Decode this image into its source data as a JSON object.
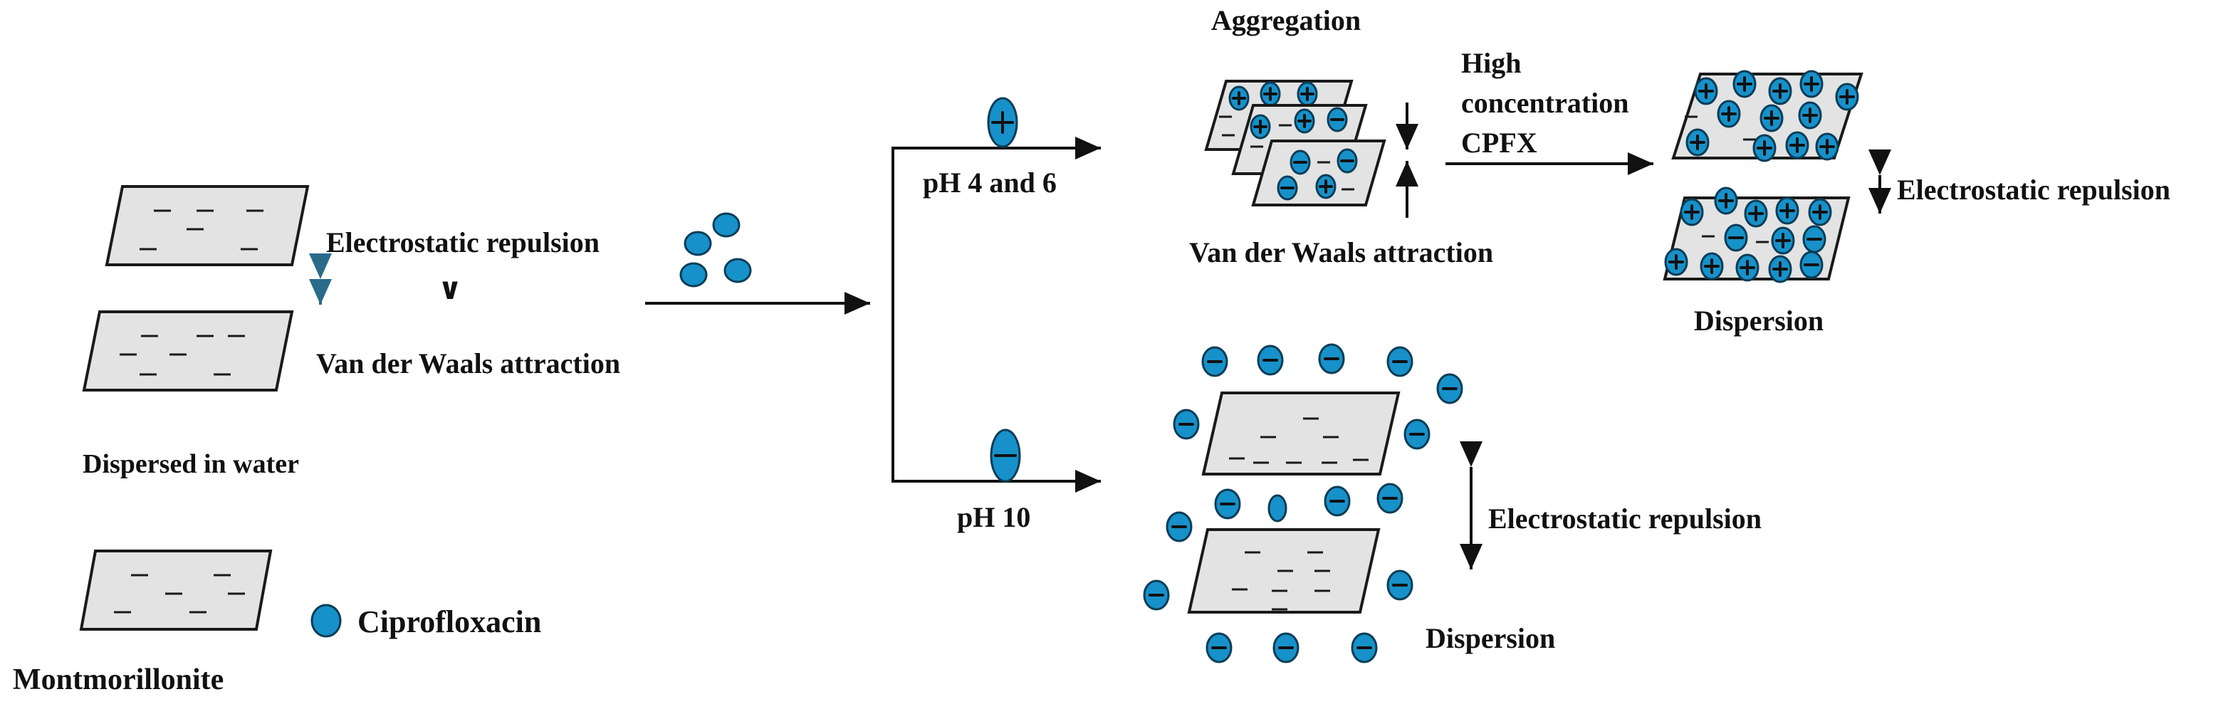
{
  "labels": {
    "electrostatic_repulsion_left": "Electrostatic repulsion",
    "greater_than": "∨",
    "van_der_waals_left": "Van der Waals attraction",
    "dispersed_in_water": "Dispersed in water",
    "montmorillonite": "Montmorillonite",
    "ciprofloxacin": "Ciprofloxacin",
    "ph_4_6": "pH 4 and 6",
    "ph_10": "pH 10",
    "aggregation": "Aggregation",
    "van_der_waals_mid": "Van der Waals attraction",
    "high_concentration": [
      "High",
      "concentration",
      "CPFX"
    ],
    "electrostatic_repulsion_right": "Electrostatic repulsion",
    "dispersion_top": "Dispersion",
    "electrostatic_repulsion_bottom": "Electrostatic repulsion",
    "dispersion_bottom": "Dispersion"
  },
  "colors": {
    "ion_fill": "#1791c9",
    "ion_stroke": "#0a3d57",
    "sheet_fill": "#e3e3e3",
    "small_arrow": "#2a6b8a"
  }
}
